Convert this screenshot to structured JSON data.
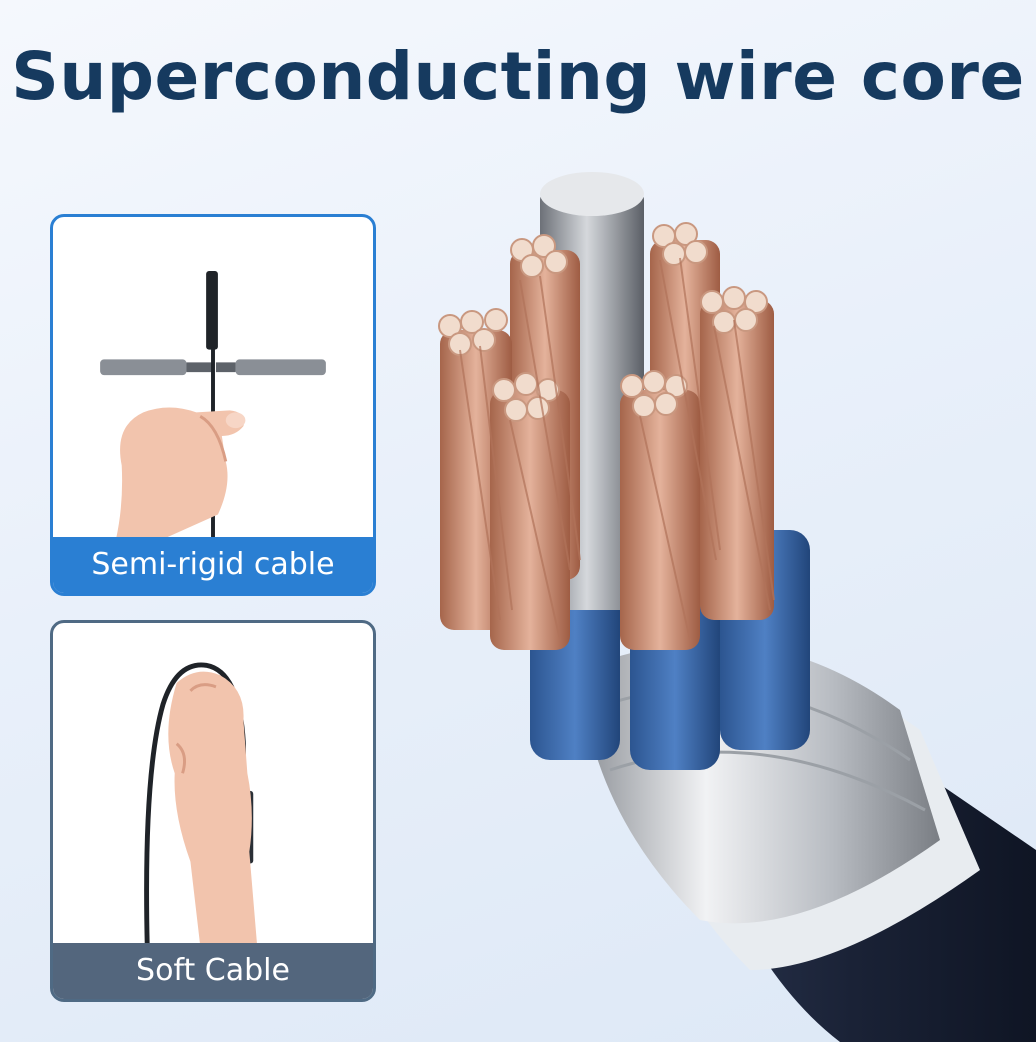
{
  "title": "Superconducting wire core",
  "cards": [
    {
      "label": "Semi-rigid cable",
      "icon": "hand-bending-semi-rigid-cable"
    },
    {
      "label": "Soft Cable",
      "icon": "hand-holding-soft-cable"
    }
  ],
  "hero_image": "cable-cross-section-copper-strands",
  "colors": {
    "title": "#163a5f",
    "semi_rigid_accent": "#2a7fd3",
    "soft_accent": "#53667d",
    "copper": "#c98a6e",
    "insulation": "#3b6aa8",
    "jacket": "#1b2436"
  }
}
